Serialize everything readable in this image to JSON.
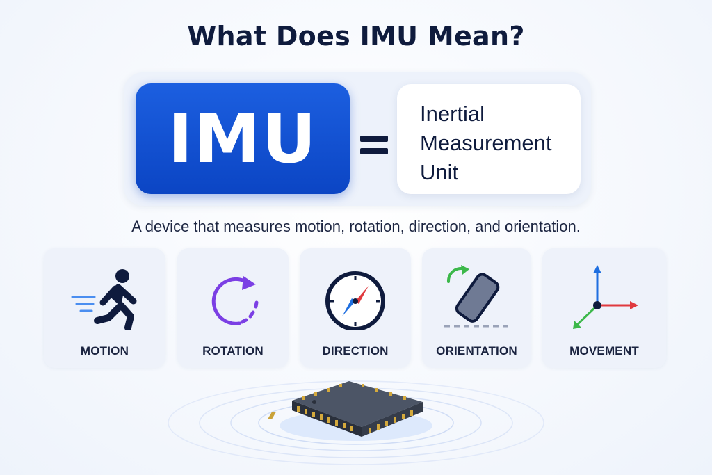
{
  "title": "What Does IMU Mean?",
  "definition": {
    "abbreviation": "IMU",
    "equals_sign": "=",
    "full_name_lines": [
      "Inertial",
      "Measurement",
      "Unit"
    ]
  },
  "subtitle": "A device that measures motion, rotation, direction, and orientation.",
  "features": [
    {
      "label": "MOTION",
      "icon": "running-person-icon"
    },
    {
      "label": "ROTATION",
      "icon": "rotation-arrow-icon"
    },
    {
      "label": "DIRECTION",
      "icon": "compass-icon"
    },
    {
      "label": "ORIENTATION",
      "icon": "tilted-device-icon"
    },
    {
      "label": "MOVEMENT",
      "icon": "xyz-axes-icon"
    }
  ],
  "chip": {
    "icon": "imu-chip-icon"
  },
  "colors": {
    "brand_blue": "#0b45c4",
    "navy": "#0f1b3d",
    "purple": "#7b3fe4",
    "green": "#3cb84a",
    "red": "#e0393e",
    "axis_blue": "#1f6fe0"
  }
}
